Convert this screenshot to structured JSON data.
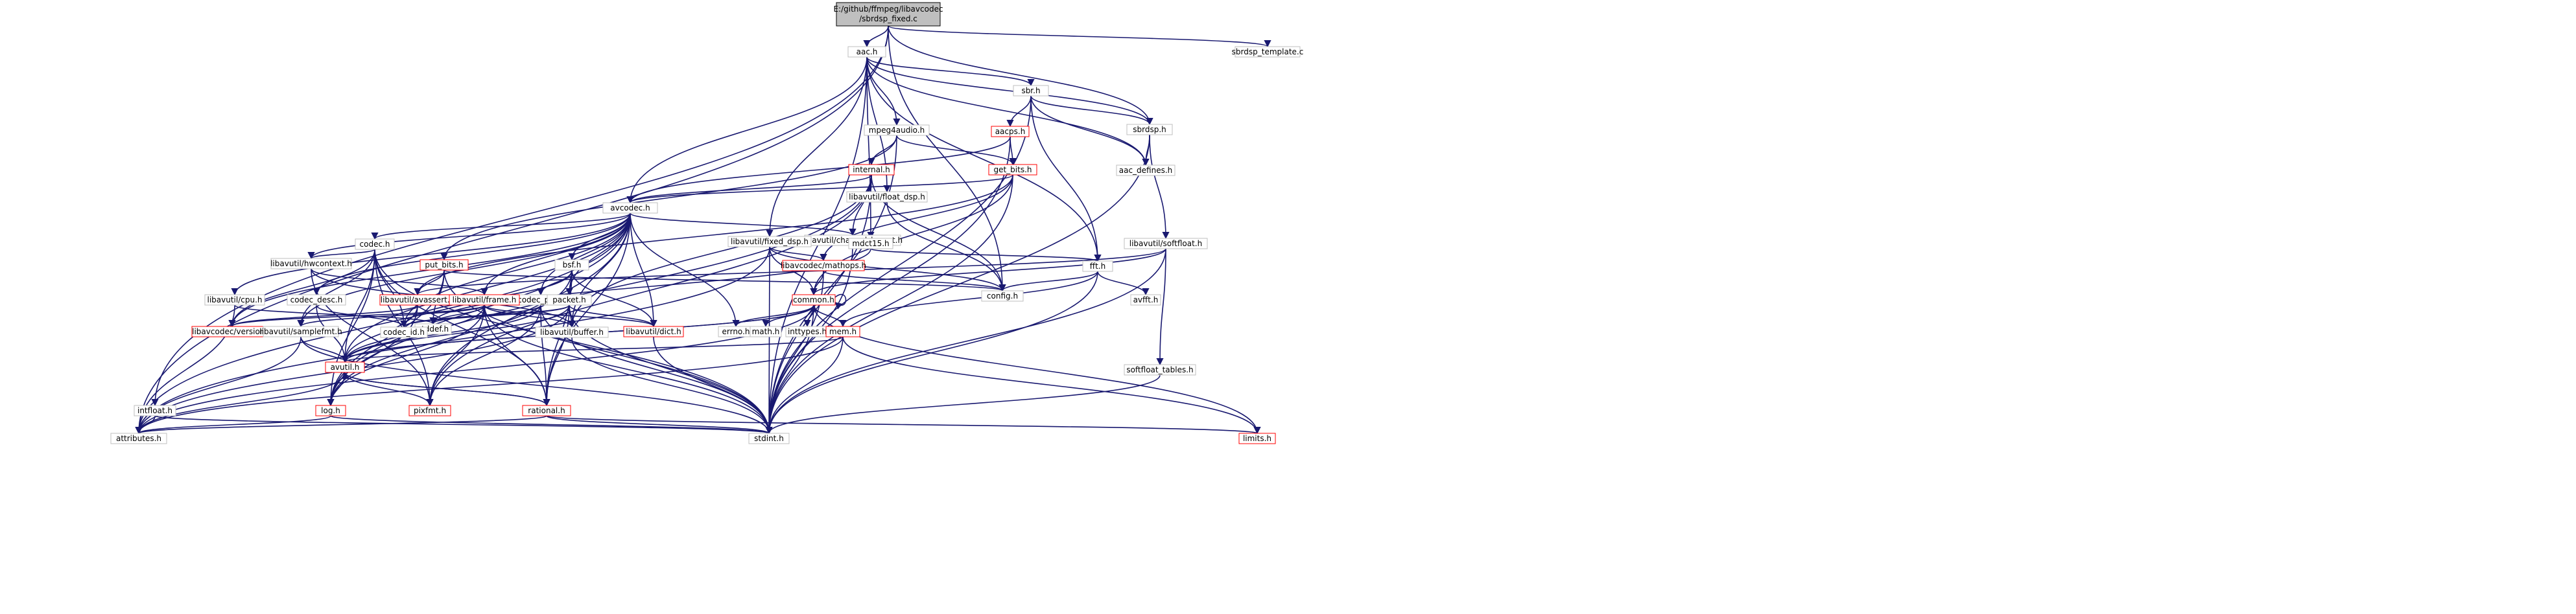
{
  "graph": {
    "root_label": [
      "E:/github/ffmpeg/libavcodec",
      "/sbrdsp_fixed.c"
    ],
    "nodes": [
      {
        "id": "sbrdsp_template",
        "label": "sbrdsp_template.c",
        "link": false
      },
      {
        "id": "aac",
        "label": "aac.h",
        "link": false
      },
      {
        "id": "sbr",
        "label": "sbr.h",
        "link": false
      },
      {
        "id": "sbrdsp",
        "label": "sbrdsp.h",
        "link": false
      },
      {
        "id": "mpeg4audio",
        "label": "mpeg4audio.h",
        "link": false
      },
      {
        "id": "aacps",
        "label": "aacps.h",
        "link": true
      },
      {
        "id": "internal",
        "label": "internal.h",
        "link": true
      },
      {
        "id": "get_bits",
        "label": "get_bits.h",
        "link": true
      },
      {
        "id": "aac_defines",
        "label": "aac_defines.h",
        "link": false
      },
      {
        "id": "float_dsp",
        "label": "libavutil/float_dsp.h",
        "link": false
      },
      {
        "id": "avcodec",
        "label": "avcodec.h",
        "link": false
      },
      {
        "id": "channel_layout",
        "label": "libavutil/channel_layout.h",
        "link": false
      },
      {
        "id": "fixed_dsp",
        "label": "libavutil/fixed_dsp.h",
        "link": false
      },
      {
        "id": "mdct15",
        "label": "mdct15.h",
        "link": false
      },
      {
        "id": "softfloat",
        "label": "libavutil/softfloat.h",
        "link": false
      },
      {
        "id": "codec",
        "label": "codec.h",
        "link": false
      },
      {
        "id": "put_bits",
        "label": "put_bits.h",
        "link": true
      },
      {
        "id": "bsf",
        "label": "bsf.h",
        "link": false
      },
      {
        "id": "mathops",
        "label": "libavcodec/mathops.h",
        "link": true
      },
      {
        "id": "fft",
        "label": "fft.h",
        "link": false
      },
      {
        "id": "hwcontext",
        "label": "libavutil/hwcontext.h",
        "link": false
      },
      {
        "id": "cpu",
        "label": "libavutil/cpu.h",
        "link": false
      },
      {
        "id": "codec_desc",
        "label": "codec_desc.h",
        "link": false
      },
      {
        "id": "codec_par",
        "label": "codec_par.h",
        "link": false
      },
      {
        "id": "config",
        "label": "config.h",
        "link": false
      },
      {
        "id": "avassert",
        "label": "libavutil/avassert.h",
        "link": true
      },
      {
        "id": "frame",
        "label": "libavutil/frame.h",
        "link": true
      },
      {
        "id": "packet",
        "label": "packet.h",
        "link": false
      },
      {
        "id": "common",
        "label": "common.h",
        "link": true
      },
      {
        "id": "avfft",
        "label": "avfft.h",
        "link": false
      },
      {
        "id": "version",
        "label": "libavcodec/version.h",
        "link": true
      },
      {
        "id": "samplefmt",
        "label": "libavutil/samplefmt.h",
        "link": false
      },
      {
        "id": "stddef",
        "label": "stddef.h",
        "link": false
      },
      {
        "id": "codec_id",
        "label": "codec_id.h",
        "link": false
      },
      {
        "id": "buffer",
        "label": "libavutil/buffer.h",
        "link": false
      },
      {
        "id": "dict",
        "label": "libavutil/dict.h",
        "link": true
      },
      {
        "id": "errno",
        "label": "errno.h",
        "link": false
      },
      {
        "id": "math",
        "label": "math.h",
        "link": false
      },
      {
        "id": "inttypes",
        "label": "inttypes.h",
        "link": false
      },
      {
        "id": "mem",
        "label": "mem.h",
        "link": true
      },
      {
        "id": "softfloat_tables",
        "label": "softfloat_tables.h",
        "link": false
      },
      {
        "id": "avutil",
        "label": "avutil.h",
        "link": true
      },
      {
        "id": "intfloat",
        "label": "intfloat.h",
        "link": false
      },
      {
        "id": "log",
        "label": "log.h",
        "link": true
      },
      {
        "id": "pixfmt",
        "label": "pixfmt.h",
        "link": true
      },
      {
        "id": "rational",
        "label": "rational.h",
        "link": true
      },
      {
        "id": "attributes",
        "label": "attributes.h",
        "link": false
      },
      {
        "id": "stdint",
        "label": "stdint.h",
        "link": false
      },
      {
        "id": "limits",
        "label": "limits.h",
        "link": true
      }
    ],
    "edges": [
      [
        "root",
        "aac"
      ],
      [
        "root",
        "sbrdsp"
      ],
      [
        "root",
        "sbrdsp_template"
      ],
      [
        "root",
        "config"
      ],
      [
        "root",
        "intfloat"
      ],
      [
        "root",
        "attributes"
      ],
      [
        "aac",
        "sbr"
      ],
      [
        "aac",
        "mpeg4audio"
      ],
      [
        "aac",
        "avcodec"
      ],
      [
        "aac",
        "float_dsp"
      ],
      [
        "aac",
        "fixed_dsp"
      ],
      [
        "aac",
        "mdct15"
      ],
      [
        "aac",
        "fft"
      ],
      [
        "aac",
        "aac_defines"
      ],
      [
        "aac",
        "stdint"
      ],
      [
        "aac",
        "sbrdsp"
      ],
      [
        "sbr",
        "aacps"
      ],
      [
        "sbr",
        "sbrdsp"
      ],
      [
        "sbr",
        "fft"
      ],
      [
        "sbr",
        "aac_defines"
      ],
      [
        "sbr",
        "stdint"
      ],
      [
        "sbrdsp",
        "aac_defines"
      ],
      [
        "sbrdsp",
        "softfloat"
      ],
      [
        "sbrdsp",
        "stdint"
      ],
      [
        "mpeg4audio",
        "internal"
      ],
      [
        "mpeg4audio",
        "get_bits"
      ],
      [
        "mpeg4audio",
        "put_bits"
      ],
      [
        "mpeg4audio",
        "stdint"
      ],
      [
        "aacps",
        "get_bits"
      ],
      [
        "aacps",
        "avcodec"
      ],
      [
        "aacps",
        "stdint"
      ],
      [
        "internal",
        "avcodec"
      ],
      [
        "internal",
        "channel_layout"
      ],
      [
        "internal",
        "buffer"
      ],
      [
        "internal",
        "config"
      ],
      [
        "internal",
        "log"
      ],
      [
        "internal",
        "pixfmt"
      ],
      [
        "internal",
        "stdint"
      ],
      [
        "get_bits",
        "avcodec"
      ],
      [
        "get_bits",
        "common"
      ],
      [
        "get_bits",
        "mathops"
      ],
      [
        "get_bits",
        "avassert"
      ],
      [
        "get_bits",
        "stdint"
      ],
      [
        "float_dsp",
        "config"
      ],
      [
        "avcodec",
        "codec"
      ],
      [
        "avcodec",
        "codec_desc"
      ],
      [
        "avcodec",
        "codec_id"
      ],
      [
        "avcodec",
        "codec_par"
      ],
      [
        "avcodec",
        "packet"
      ],
      [
        "avcodec",
        "bsf"
      ],
      [
        "avcodec",
        "frame"
      ],
      [
        "avcodec",
        "buffer"
      ],
      [
        "avcodec",
        "dict"
      ],
      [
        "avcodec",
        "rational"
      ],
      [
        "avcodec",
        "log"
      ],
      [
        "avcodec",
        "pixfmt"
      ],
      [
        "avcodec",
        "avutil"
      ],
      [
        "avcodec",
        "samplefmt"
      ],
      [
        "avcodec",
        "hwcontext"
      ],
      [
        "avcodec",
        "version"
      ],
      [
        "avcodec",
        "cpu"
      ],
      [
        "avcodec",
        "attributes"
      ],
      [
        "avcodec",
        "errno"
      ],
      [
        "avcodec",
        "channel_layout"
      ],
      [
        "channel_layout",
        "stdint"
      ],
      [
        "fixed_dsp",
        "config"
      ],
      [
        "fixed_dsp",
        "common"
      ],
      [
        "fixed_dsp",
        "mathops"
      ],
      [
        "fixed_dsp",
        "stdint"
      ],
      [
        "fixed_dsp",
        "attributes"
      ],
      [
        "mdct15",
        "fft"
      ],
      [
        "mdct15",
        "stddef"
      ],
      [
        "softfloat",
        "common"
      ],
      [
        "softfloat",
        "avassert"
      ],
      [
        "softfloat",
        "softfloat_tables"
      ],
      [
        "softfloat",
        "stdint"
      ],
      [
        "codec",
        "hwcontext"
      ],
      [
        "codec",
        "codec_id"
      ],
      [
        "codec",
        "samplefmt"
      ],
      [
        "codec",
        "version"
      ],
      [
        "codec",
        "avutil"
      ],
      [
        "codec",
        "log"
      ],
      [
        "codec",
        "pixfmt"
      ],
      [
        "codec",
        "rational"
      ],
      [
        "codec",
        "stdint"
      ],
      [
        "put_bits",
        "config"
      ],
      [
        "put_bits",
        "avassert"
      ],
      [
        "put_bits",
        "stddef"
      ],
      [
        "put_bits",
        "log"
      ],
      [
        "put_bits",
        "stdint"
      ],
      [
        "bsf",
        "packet"
      ],
      [
        "bsf",
        "codec_id"
      ],
      [
        "bsf",
        "codec_par"
      ],
      [
        "bsf",
        "dict"
      ],
      [
        "bsf",
        "log"
      ],
      [
        "bsf",
        "rational"
      ],
      [
        "mathops",
        "config"
      ],
      [
        "mathops",
        "common"
      ],
      [
        "mathops",
        "stdint"
      ],
      [
        "fft",
        "config"
      ],
      [
        "fft",
        "avfft"
      ],
      [
        "fft",
        "mem"
      ],
      [
        "fft",
        "stdint"
      ],
      [
        "hwcontext",
        "frame"
      ],
      [
        "hwcontext",
        "buffer"
      ],
      [
        "hwcontext",
        "pixfmt"
      ],
      [
        "cpu",
        "attributes"
      ],
      [
        "cpu",
        "stddef"
      ],
      [
        "codec_desc",
        "avutil"
      ],
      [
        "codec_desc",
        "codec_id"
      ],
      [
        "codec_par",
        "avutil"
      ],
      [
        "codec_par",
        "codec_id"
      ],
      [
        "codec_par",
        "rational"
      ],
      [
        "codec_par",
        "pixfmt"
      ],
      [
        "codec_par",
        "stdint"
      ],
      [
        "avassert",
        "avutil"
      ],
      [
        "avassert",
        "log"
      ],
      [
        "avassert",
        "version"
      ],
      [
        "frame",
        "avutil"
      ],
      [
        "frame",
        "buffer"
      ],
      [
        "frame",
        "dict"
      ],
      [
        "frame",
        "rational"
      ],
      [
        "frame",
        "samplefmt"
      ],
      [
        "frame",
        "pixfmt"
      ],
      [
        "frame",
        "version"
      ],
      [
        "frame",
        "stddef"
      ],
      [
        "frame",
        "stdint"
      ],
      [
        "frame",
        "log"
      ],
      [
        "packet",
        "avutil"
      ],
      [
        "packet",
        "buffer"
      ],
      [
        "packet",
        "dict"
      ],
      [
        "packet",
        "rational"
      ],
      [
        "packet",
        "codec_id"
      ],
      [
        "packet",
        "stddef"
      ],
      [
        "packet",
        "stdint"
      ],
      [
        "packet",
        "attributes"
      ],
      [
        "common",
        "attributes"
      ],
      [
        "common",
        "avutil"
      ],
      [
        "common",
        "errno"
      ],
      [
        "common",
        "math"
      ],
      [
        "common",
        "inttypes"
      ],
      [
        "common",
        "limits"
      ],
      [
        "common",
        "mem"
      ],
      [
        "common",
        "stdint"
      ],
      [
        "common",
        "common"
      ],
      [
        "samplefmt",
        "avutil"
      ],
      [
        "samplefmt",
        "attributes"
      ],
      [
        "samplefmt",
        "stdint"
      ],
      [
        "buffer",
        "stdint"
      ],
      [
        "dict",
        "stdint"
      ],
      [
        "mem",
        "avutil"
      ],
      [
        "mem",
        "attributes"
      ],
      [
        "mem",
        "limits"
      ],
      [
        "mem",
        "stdint"
      ],
      [
        "softfloat_tables",
        "stdint"
      ],
      [
        "avutil",
        "common"
      ],
      [
        "avutil",
        "rational"
      ],
      [
        "avutil",
        "log"
      ],
      [
        "avutil",
        "pixfmt"
      ],
      [
        "avutil",
        "attributes"
      ],
      [
        "intfloat",
        "attributes"
      ],
      [
        "intfloat",
        "stdint"
      ],
      [
        "log",
        "avutil"
      ],
      [
        "log",
        "attributes"
      ],
      [
        "log",
        "stdint"
      ],
      [
        "rational",
        "attributes"
      ],
      [
        "rational",
        "limits"
      ],
      [
        "rational",
        "stdint"
      ],
      [
        "rational",
        "avutil"
      ]
    ]
  }
}
